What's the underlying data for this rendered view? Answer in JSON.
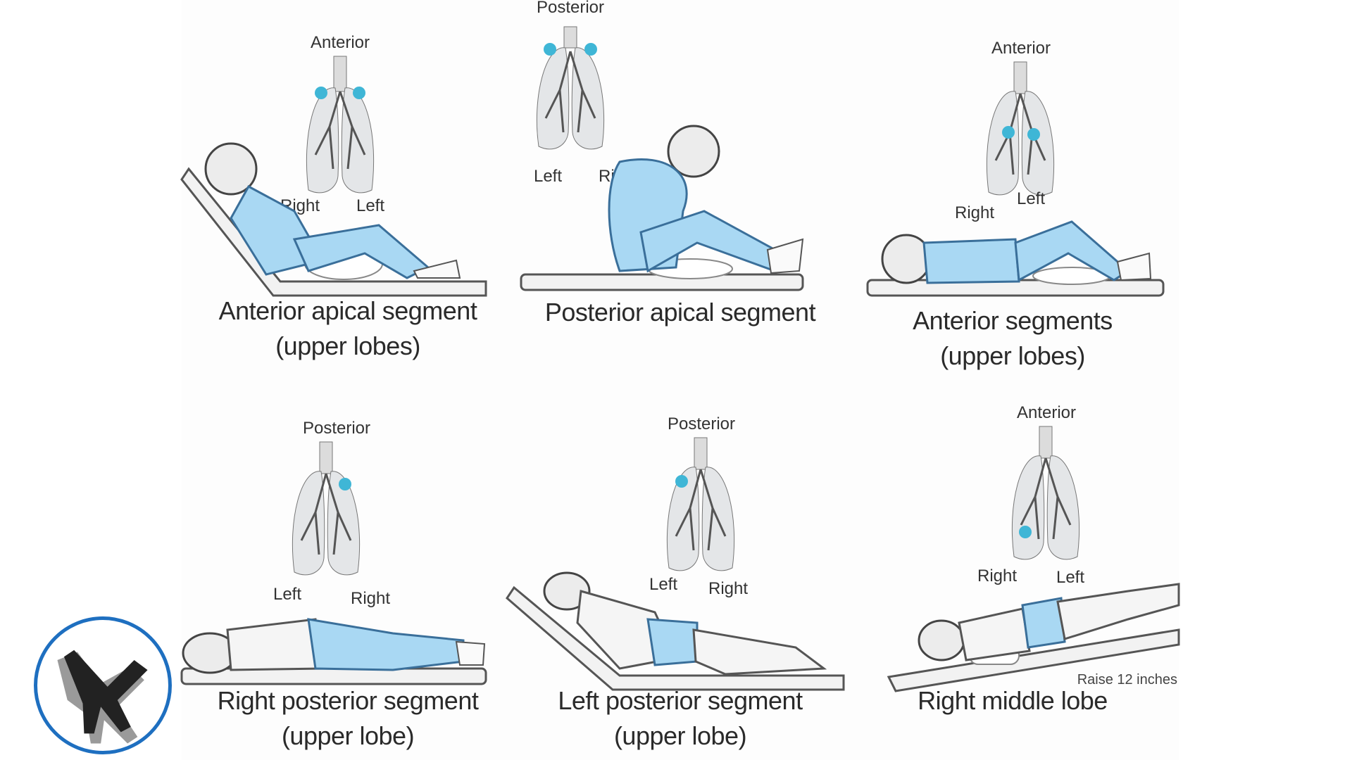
{
  "panels": [
    {
      "caption_line1": "Anterior apical segment",
      "caption_line2": "(upper lobes)",
      "view_label": "Anterior",
      "side_left": "Right",
      "side_right": "Left",
      "posture": "reclined-45"
    },
    {
      "caption_line1": "Posterior apical segment",
      "caption_line2": "",
      "view_label": "Posterior",
      "side_left": "Left",
      "side_right": "Right",
      "posture": "sitting-forward"
    },
    {
      "caption_line1": "Anterior segments",
      "caption_line2": "(upper lobes)",
      "view_label": "Anterior",
      "side_left": "Right",
      "side_right": "Left",
      "posture": "supine-flat"
    },
    {
      "caption_line1": "Right posterior segment",
      "caption_line2": "(upper lobe)",
      "view_label": "Posterior",
      "side_left": "Left",
      "side_right": "Right",
      "posture": "side-lying"
    },
    {
      "caption_line1": "Left posterior segment",
      "caption_line2": "(upper lobe)",
      "view_label": "Posterior",
      "side_left": "Left",
      "side_right": "Right",
      "posture": "side-lying-raised"
    },
    {
      "caption_line1": "Right middle lobe",
      "caption_line2": "",
      "view_label": "Anterior",
      "side_left": "Right",
      "side_right": "Left",
      "posture": "head-down-tilt",
      "note": "Raise 12 inches"
    }
  ],
  "logo": {
    "icon": "hands-icon",
    "ring_color": "#1e6fc0"
  },
  "colors": {
    "highlight": "#3fb6d6",
    "clothing": "#a9d8f3",
    "clothing_outline": "#3a6f9a",
    "lung_fill": "#e4e6e8"
  }
}
